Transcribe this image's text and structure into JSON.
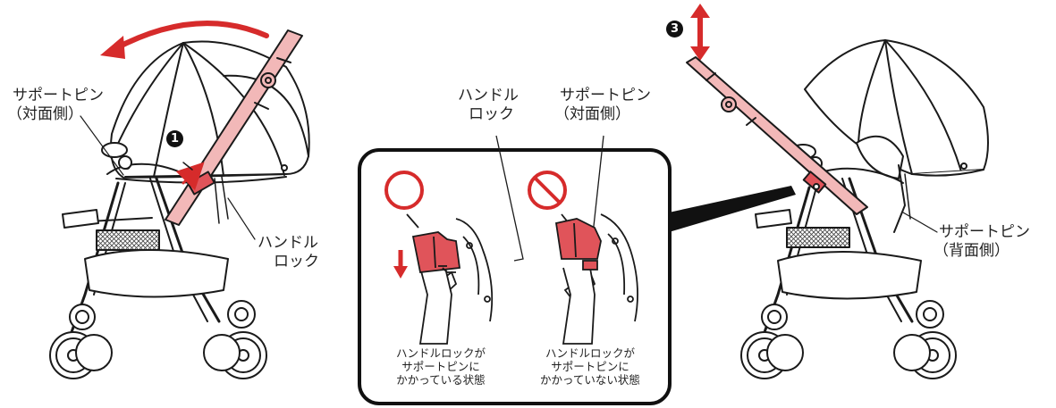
{
  "left_figure": {
    "support_pin_label": [
      "サポートピン",
      "（対面側）"
    ],
    "handle_lock_label": [
      "ハンドル",
      "ロック"
    ],
    "step_badge": "1"
  },
  "center_detail": {
    "handle_lock_label": [
      "ハンドル",
      "ロック"
    ],
    "support_pin_label": [
      "サポートピン",
      "（対面側）"
    ],
    "locked_caption": [
      "ハンドルロックが",
      "サポートピンに",
      "かかっている状態"
    ],
    "unlocked_caption": [
      "ハンドルロックが",
      "サポートピンに",
      "かかっていない状態"
    ],
    "ok_symbol": "circle-ok-icon",
    "ng_symbol": "prohibited-icon"
  },
  "right_figure": {
    "support_pin_label": [
      "サポートピン",
      "（背面側）"
    ],
    "step_badge": "3"
  },
  "colors": {
    "line": "#1a1a1a",
    "handle_fill": "#f2b8b8",
    "lock_fill": "#e0545a",
    "accent_red": "#d62b2b",
    "mesh": "#555555"
  }
}
